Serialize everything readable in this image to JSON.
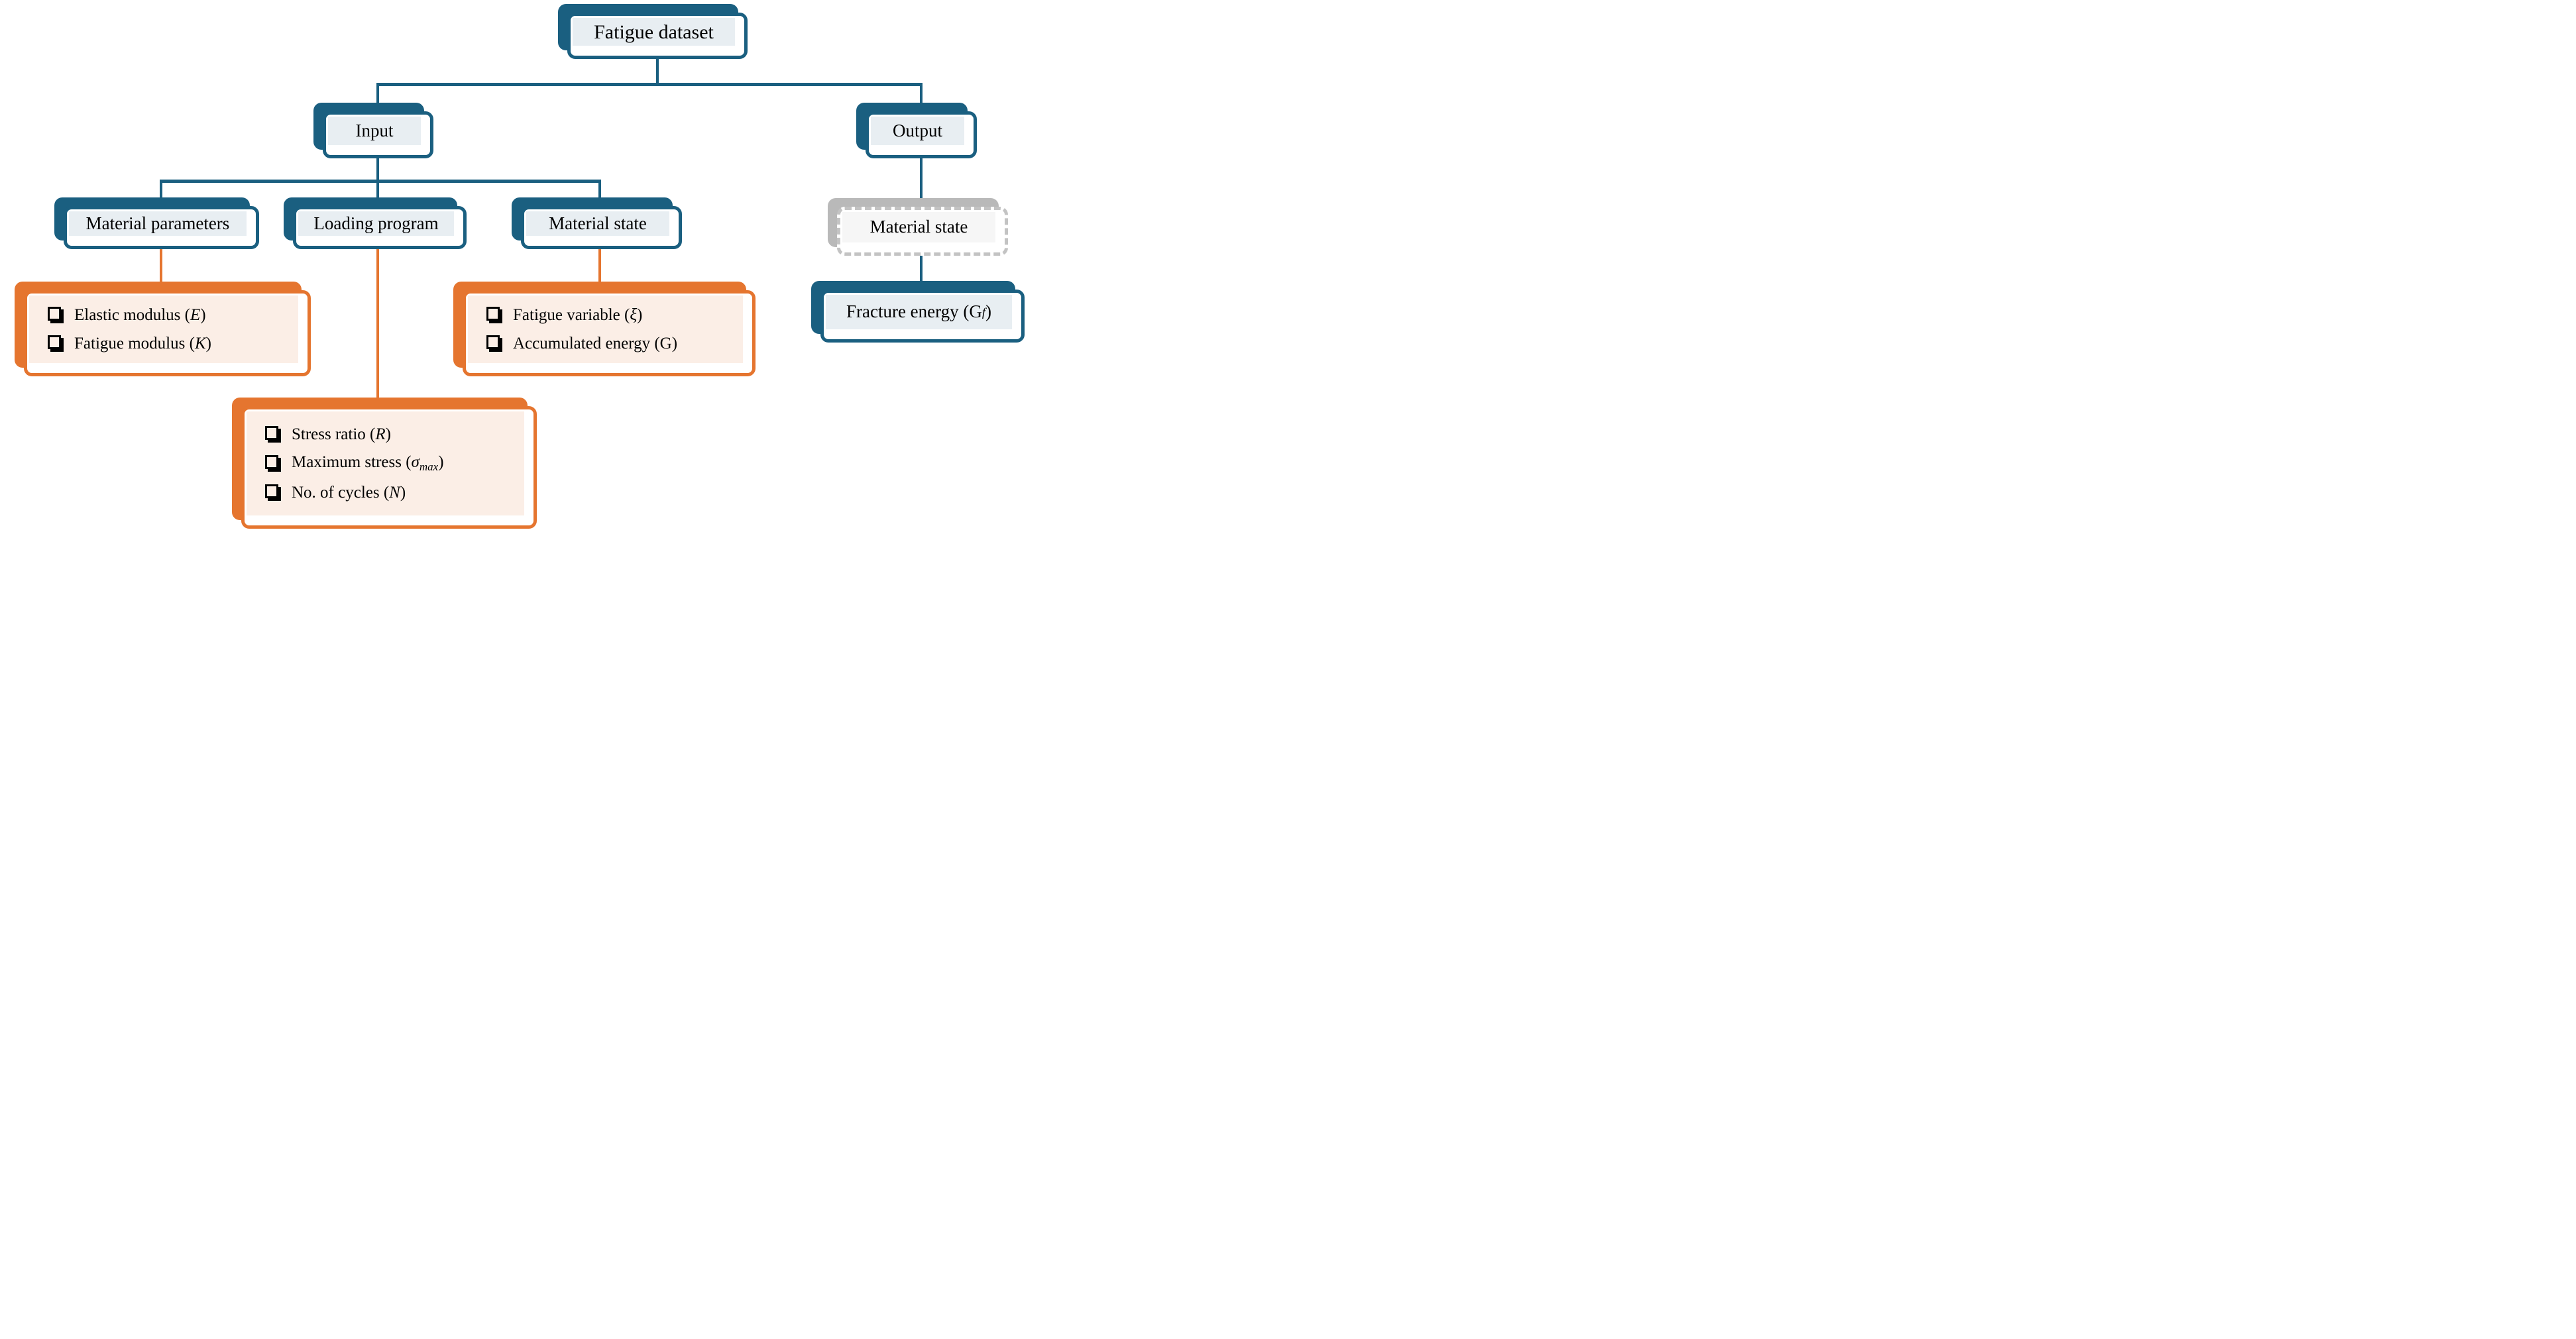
{
  "diagram": {
    "title_node": {
      "label": "Fatigue dataset"
    },
    "input_node": {
      "label": "Input"
    },
    "output_node": {
      "label": "Output"
    },
    "material_parameters_node": {
      "label": "Material parameters"
    },
    "loading_program_node": {
      "label": "Loading program"
    },
    "material_state_input_node": {
      "label": "Material state"
    },
    "material_state_output_node": {
      "label": "Material state"
    },
    "fracture_energy_node": {
      "segments": [
        {
          "t": "Fracture energy (G"
        },
        {
          "t": "f",
          "style": "varsub"
        },
        {
          "t": ")"
        }
      ]
    },
    "lists": {
      "material_parameters": [
        {
          "segments": [
            {
              "t": "Elastic modulus ("
            },
            {
              "t": "E",
              "style": "var"
            },
            {
              "t": ")"
            }
          ]
        },
        {
          "segments": [
            {
              "t": "Fatigue modulus ("
            },
            {
              "t": "K",
              "style": "var"
            },
            {
              "t": ")"
            }
          ]
        }
      ],
      "loading_program": [
        {
          "segments": [
            {
              "t": "Stress ratio ("
            },
            {
              "t": "R",
              "style": "var"
            },
            {
              "t": ")"
            }
          ]
        },
        {
          "segments": [
            {
              "t": "Maximum stress ("
            },
            {
              "t": "σ",
              "style": "var"
            },
            {
              "t": "max",
              "style": "varsub"
            },
            {
              "t": ")"
            }
          ]
        },
        {
          "segments": [
            {
              "t": "No. of cycles ("
            },
            {
              "t": "N",
              "style": "var"
            },
            {
              "t": ")"
            }
          ]
        }
      ],
      "material_state": [
        {
          "segments": [
            {
              "t": "Fatigue variable ("
            },
            {
              "t": "ξ",
              "style": "var"
            },
            {
              "t": ")"
            }
          ]
        },
        {
          "segments": [
            {
              "t": "Accumulated energy (G)"
            }
          ]
        }
      ]
    },
    "colors": {
      "teal": "#1a5f80",
      "teal_fill": "#e8eef2",
      "orange": "#e5752f",
      "orange_fill": "#fbeee6",
      "gray_shadow": "#b9b9b9",
      "gray_dash": "#c3c3c3",
      "gray_fill": "#f6f6f6",
      "text": "#000000"
    }
  }
}
